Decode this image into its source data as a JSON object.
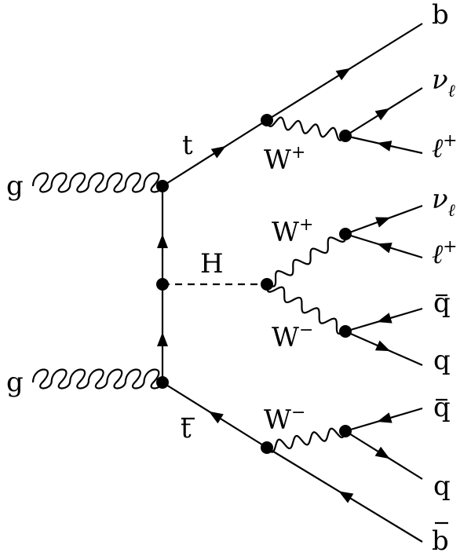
{
  "labels": {
    "gluon_top": "g",
    "gluon_bottom": "g",
    "top": "t",
    "antitop": "t",
    "higgs": "H",
    "b": "b",
    "bbar": "b",
    "w_top": {
      "base": "W",
      "sup": "+"
    },
    "w_higgs_plus": {
      "base": "W",
      "sup": "+"
    },
    "w_higgs_minus": {
      "base": "W",
      "sup": "−"
    },
    "w_antitop": {
      "base": "W",
      "sup": "−"
    },
    "nu_1": {
      "base": "ν",
      "sub": "ℓ"
    },
    "lep_1": {
      "base": "ℓ",
      "sup": "+"
    },
    "nu_2": {
      "base": "ν",
      "sub": "ℓ"
    },
    "lep_2": {
      "base": "ℓ",
      "sup": "+"
    },
    "qbar_1": "q",
    "q_1": "q",
    "qbar_2": "q",
    "q_2": "q"
  }
}
